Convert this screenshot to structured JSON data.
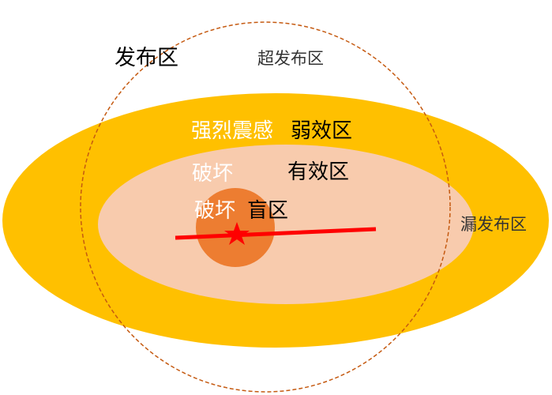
{
  "labels": {
    "publish_zone": "发布区",
    "over_publish_zone": "超发布区",
    "strong_shaking": "强烈震感",
    "weak_effect_zone": "弱效区",
    "damage_1": "破坏",
    "effective_zone": "有效区",
    "damage_2": "破坏",
    "blind_zone": "盲区",
    "missed_publish_zone": "漏发布区"
  },
  "colors": {
    "weak_zone": "#FFC000",
    "effective_zone": "#F8CBAD",
    "blind_zone": "#ED7D31",
    "fault_line": "#FF0000",
    "epicenter": "#FF0000",
    "publish_boundary": "#C55A11"
  }
}
